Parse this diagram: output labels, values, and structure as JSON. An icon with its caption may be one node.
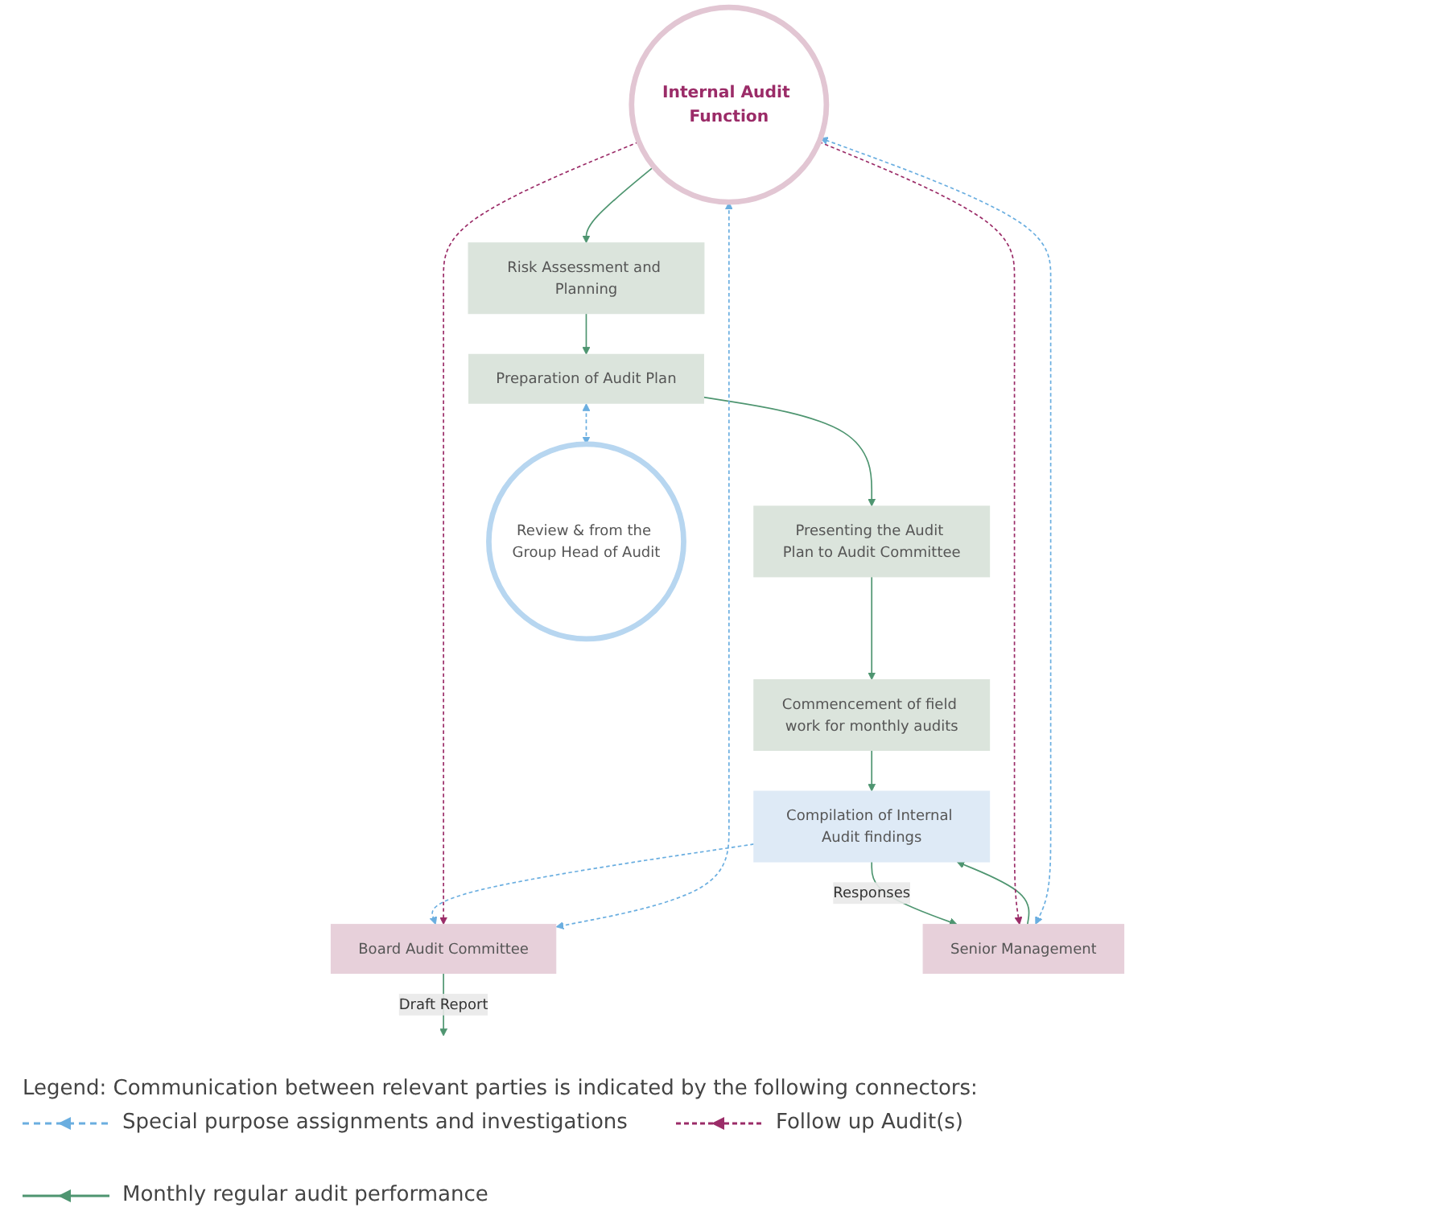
{
  "diagram": {
    "nodes": [
      {
        "text": [
          "Internal Audit Function"
        ]
      },
      {
        "text": [
          "Risk Assessment and Planning"
        ]
      },
      {
        "text": [
          "Preparation of Audit Plan"
        ]
      },
      {
        "text": [
          "Presenting the Audit Plan to Audit Committee"
        ]
      },
      {
        "text": [
          "Commencement of field work for monthly audits"
        ]
      },
      {
        "text": [
          "Compilation of Internal Audit findings"
        ]
      },
      {
        "text": [
          "Review & from the Group Head of Audit"
        ]
      },
      {
        "text": [
          "Board Audit Committee"
        ]
      },
      {
        "text": [
          "Senior Management"
        ]
      }
    ],
    "edges": [
      {
        "from": 0,
        "to": 1,
        "arrow": "to"
      },
      {
        "from": 1,
        "to": 2,
        "arrow": "to"
      },
      {
        "from": 2,
        "to": 3,
        "arrow": "to"
      },
      {
        "from": 3,
        "to": 4,
        "arrow": "to"
      },
      {
        "from": 4,
        "to": 5,
        "arrow": "to"
      },
      {
        "from": 2,
        "to": 6,
        "arrow": "both",
        "style": "dashed",
        "color": "#6aaee0"
      },
      {
        "from": 5,
        "to": 7,
        "arrow": "to",
        "style": "dashed",
        "color": "#6aaee0"
      },
      {
        "from": 7,
        "to": null,
        "arrow": "to",
        "label": "Draft Report"
      },
      {
        "from": 8,
        "to": 5,
        "arrow": "to"
      },
      {
        "from": 5,
        "to": 8,
        "arrow": "to",
        "label": "Responses"
      },
      {
        "from": 0,
        "to": 8,
        "arrow": "to",
        "style": "dashed",
        "color": "#9b2c68"
      },
      {
        "from": 0,
        "to": 7,
        "arrow": "to",
        "style": "dashed",
        "color": "#9b2c68"
      },
      {
        "from": 8,
        "to": 0,
        "arrow": "both",
        "style": "dashed",
        "color": "#6aaee0"
      },
      {
        "from": 7,
        "to": 0,
        "arrow": "both",
        "style": "dashed",
        "color": "#6aaee0"
      }
    ],
    "labels": [
      "Legend: Communication between relevant parties is indicated by the following connectors:"
    ],
    "legend": [
      {
        "text": "Special purpose assignments and investigations"
      },
      {
        "text": "Follow up Audit(s)"
      },
      {
        "text": "Monthly regular audit performance"
      }
    ]
  }
}
